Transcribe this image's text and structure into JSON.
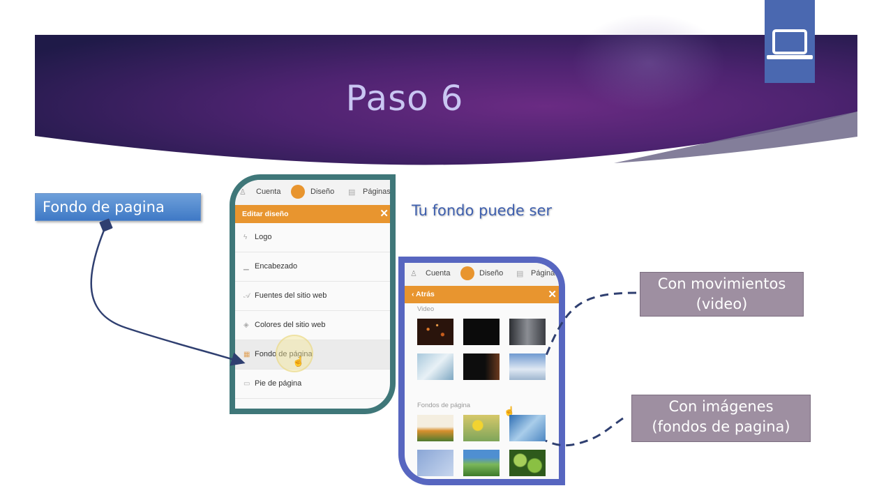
{
  "slide": {
    "title": "Paso 6",
    "callout_left": "Fondo de pagina",
    "subtitle": "Tu fondo puede ser",
    "callout_video_line1": "Con movimientos",
    "callout_video_line2": "(video)",
    "callout_images_line1": "Con imágenes",
    "callout_images_line2": "(fondos de pagina)",
    "icon": "laptop-icon",
    "colors": {
      "banner": "#3b2060",
      "accent_box": "#4a68b0",
      "panel1_border": "#3f7779",
      "panel2_border": "#5766c0",
      "orange": "#e8952f"
    }
  },
  "panel1": {
    "tabs": [
      "Cuenta",
      "Diseño",
      "Páginas"
    ],
    "header": "Editar diseño",
    "items": [
      {
        "label": "Logo",
        "icon": "bolt-icon"
      },
      {
        "label": "Encabezado",
        "icon": "header-icon"
      },
      {
        "label": "Fuentes del sitio web",
        "icon": "font-icon"
      },
      {
        "label": "Colores del sitio web",
        "icon": "paint-bucket-icon"
      },
      {
        "label": "Fondo de página",
        "icon": "background-icon"
      },
      {
        "label": "Pie de página",
        "icon": "footer-icon"
      }
    ]
  },
  "panel2": {
    "tabs": [
      "Cuenta",
      "Diseño",
      "Páginas"
    ],
    "back_label": "Atrás",
    "section_video": "Video",
    "section_backgrounds": "Fondos de página"
  }
}
